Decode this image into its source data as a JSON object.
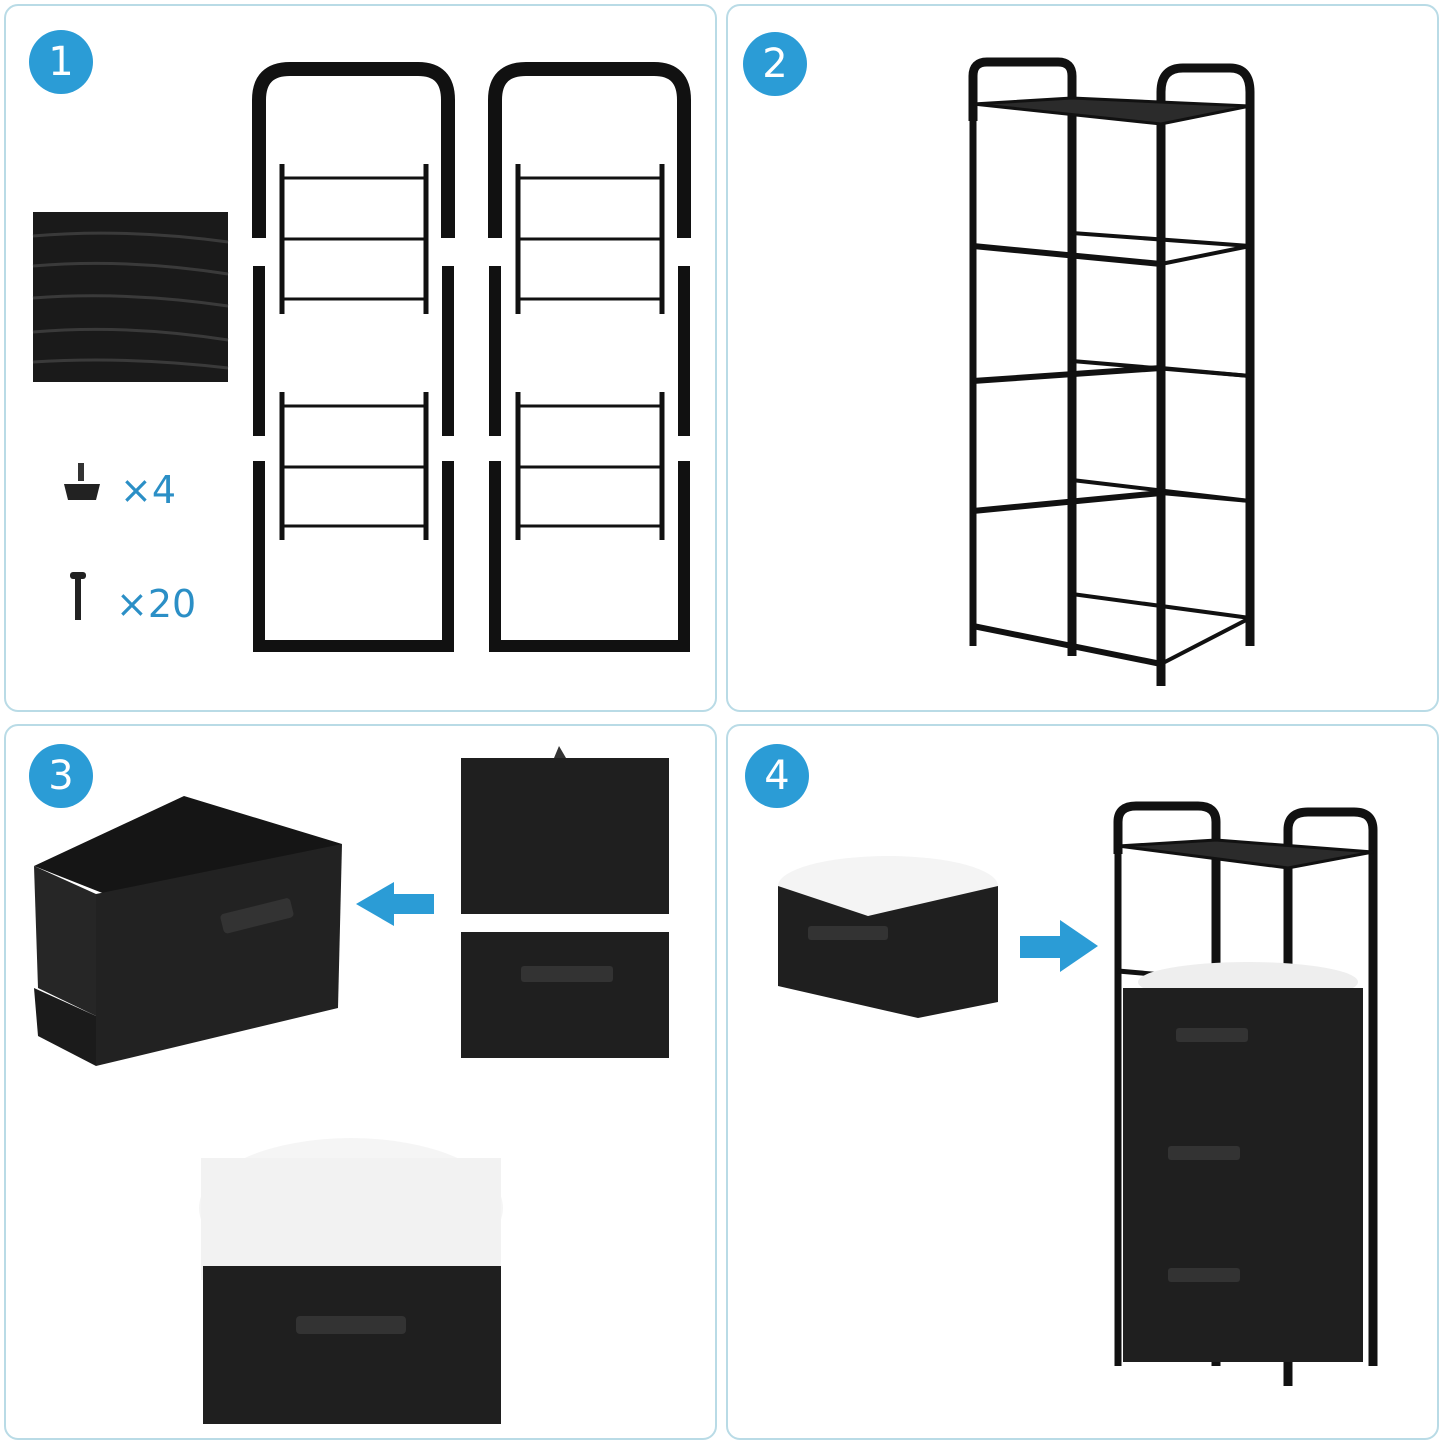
{
  "colors": {
    "accent": "#2b9cd6",
    "panel_border": "#b9dbe6",
    "frame": "#111111",
    "fabric": "#1e1e1e",
    "fur": "#f5f5f5"
  },
  "steps": [
    {
      "number": "1"
    },
    {
      "number": "2"
    },
    {
      "number": "3"
    },
    {
      "number": "4"
    }
  ],
  "parts": {
    "feet_quantity": "×4",
    "screws_quantity": "×20"
  },
  "icons": [
    "wood-board-icon",
    "foot-pad-icon",
    "screw-icon",
    "arrow-icon"
  ]
}
